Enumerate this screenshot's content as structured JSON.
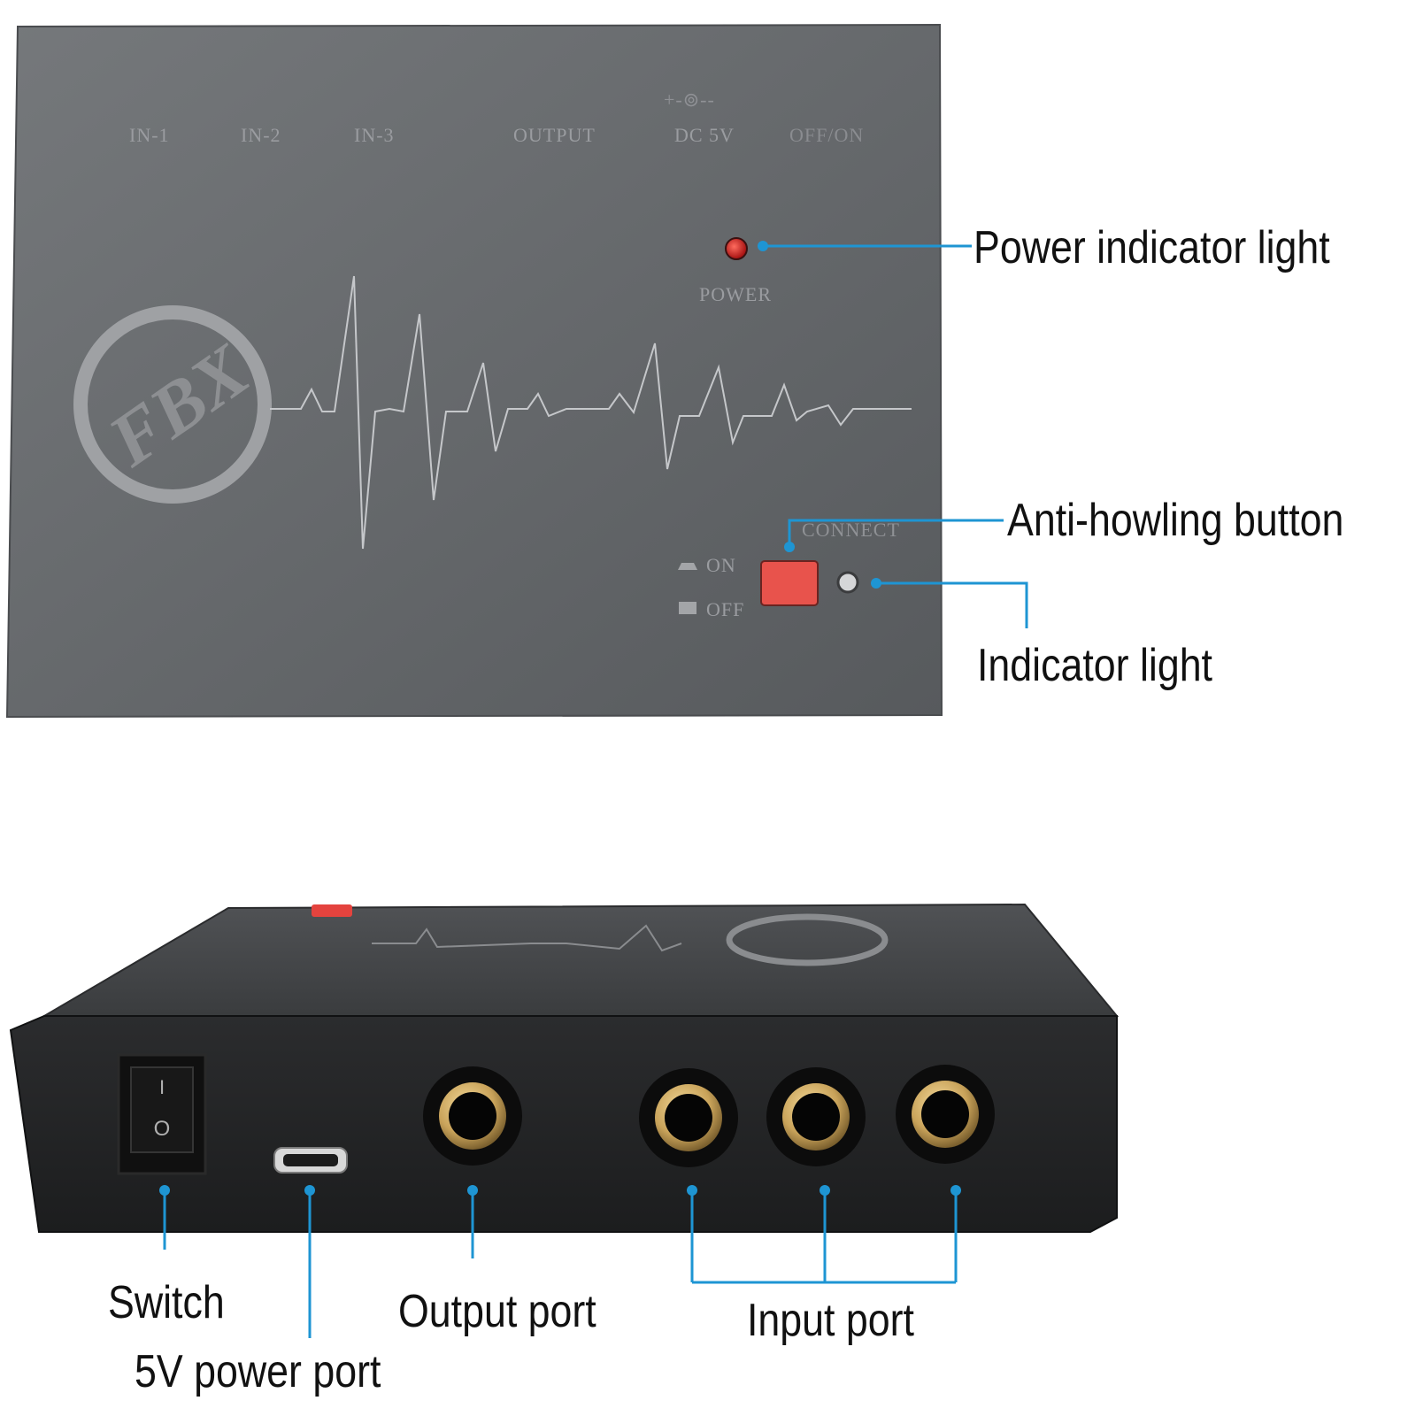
{
  "colors": {
    "callout_line": "#1e95d3",
    "panel_top": "#6f7275",
    "panel_bottom": "#56595c",
    "panel_text": "#9a9ca0",
    "button": "#e8534c",
    "power_led": "#d31b1b",
    "jack_ring": "#c9a35a"
  },
  "top_panel": {
    "labels": {
      "in1": "IN-1",
      "in2": "IN-2",
      "in3": "IN-3",
      "output": "OUTPUT",
      "dc5v": "DC 5V",
      "off_on": "OFF/ON",
      "polarity": "+-⊚--",
      "power": "POWER",
      "connect": "CONNECT",
      "on": "ON",
      "off": "OFF"
    },
    "logo": "FBX"
  },
  "callouts": {
    "power_indicator_light": "Power indicator light",
    "anti_howling_button": "Anti-howling button",
    "indicator_light": "Indicator light",
    "switch": "Switch",
    "power_port_5v": "5V power port",
    "output_port": "Output port",
    "input_port": "Input port"
  },
  "icons": {
    "switch_on_mark": "I",
    "switch_off_mark": "O"
  }
}
